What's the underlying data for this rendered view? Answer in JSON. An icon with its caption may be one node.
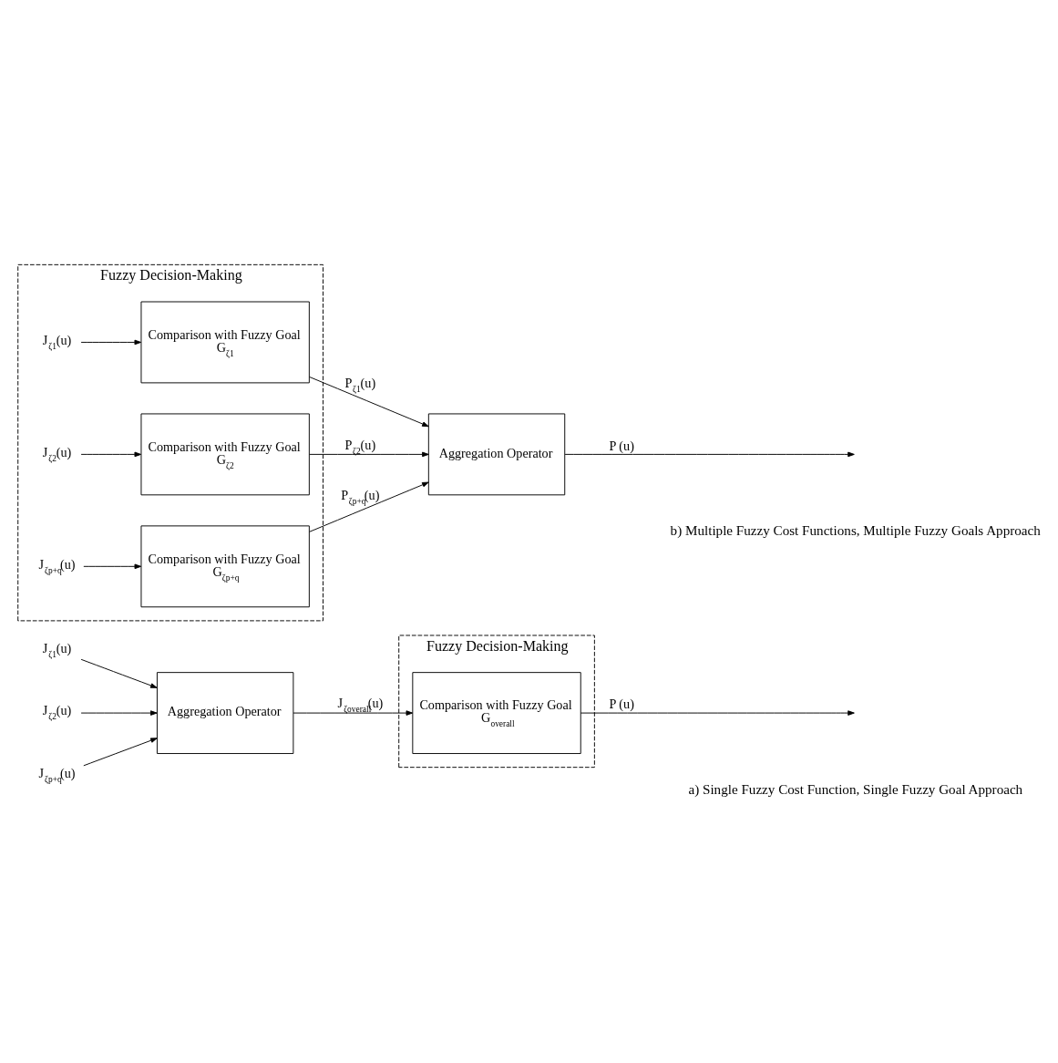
{
  "diagram": {
    "nodes": [
      {
        "text": [
          "Fuzzy Decision-Making"
        ]
      },
      {
        "text": [
          "Aggregation Operator"
        ]
      },
      {
        "text": [
          "Comparison with Fuzzy Goal",
          "G$_{overall}$"
        ],
        "in": 0
      },
      {
        "text": [
          "J$_{ζ1}$(u)"
        ]
      },
      {
        "text": [
          "J$_{ζ2}$(u)"
        ]
      },
      {
        "text": [
          "J$_{ζp+q}$(u)"
        ]
      },
      {
        "text": [
          "Fuzzy Decision-Making"
        ]
      },
      {
        "text": [
          "J$_{ζ1}$(u)"
        ],
        "in": 6
      },
      {
        "text": [
          "Comparison with Fuzzy Goal",
          "G$_{ζ1}$"
        ],
        "in": 6
      },
      {
        "text": [
          "J$_{ζ2}$(u)"
        ],
        "in": 6
      },
      {
        "text": [
          "Comparison with Fuzzy Goal",
          "G$_{ζ2}$"
        ],
        "in": 6
      },
      {
        "text": [
          "J$_{ζp+q}$(u)"
        ],
        "in": 6
      },
      {
        "text": [
          "Comparison with Fuzzy Goal",
          "G$_{ζp+q}$"
        ],
        "in": 6
      },
      {
        "text": [
          "Aggregation Operator"
        ]
      }
    ],
    "edges": [
      {
        "from": 3,
        "to": 1,
        "arrow": "to"
      },
      {
        "from": 4,
        "to": 1,
        "arrow": "to"
      },
      {
        "from": 5,
        "to": 1,
        "arrow": "to"
      },
      {
        "from": 1,
        "to": 2,
        "arrow": "to",
        "label": "J$_{ζoverall}$(u)"
      },
      {
        "from": 2,
        "to": null,
        "arrow": "to",
        "label": "P (u)"
      },
      {
        "from": 7,
        "to": 8,
        "arrow": "to"
      },
      {
        "from": 9,
        "to": 10,
        "arrow": "to"
      },
      {
        "from": 11,
        "to": 12,
        "arrow": "to"
      },
      {
        "from": 8,
        "to": 13,
        "arrow": "to",
        "label": "P$_{ζ1}$(u)"
      },
      {
        "from": 10,
        "to": 13,
        "arrow": "to",
        "label": "P$_{ζ2}$(u)"
      },
      {
        "from": 12,
        "to": 13,
        "arrow": "to",
        "label": "P$_{ζp+q}$(u)"
      },
      {
        "from": 13,
        "to": null,
        "arrow": "to",
        "label": "P (u)"
      }
    ],
    "labels": [
      "a) Single Fuzzy Cost Function, Single Fuzzy Goal Approach",
      "b) Multiple Fuzzy Cost Functions, Multiple Fuzzy Goals Approach"
    ]
  }
}
